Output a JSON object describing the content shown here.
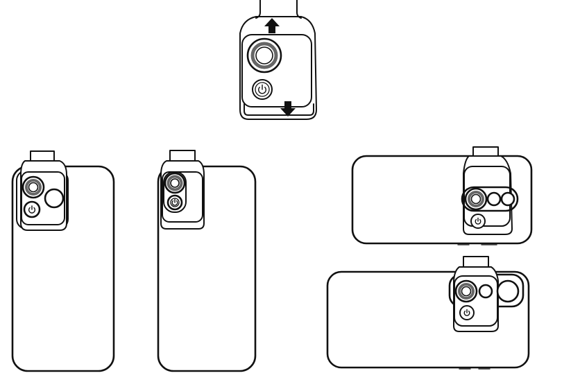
{
  "illustration": {
    "panels": [
      {
        "id": "clip-detail",
        "arrows": [
          "up",
          "down"
        ]
      },
      {
        "id": "portrait-dual-camera"
      },
      {
        "id": "portrait-single-camera"
      },
      {
        "id": "landscape-triple-row-camera"
      },
      {
        "id": "landscape-wide-camera"
      }
    ]
  },
  "icons": [
    "lens-icon",
    "power-icon",
    "arrow-up-icon",
    "arrow-down-icon"
  ]
}
